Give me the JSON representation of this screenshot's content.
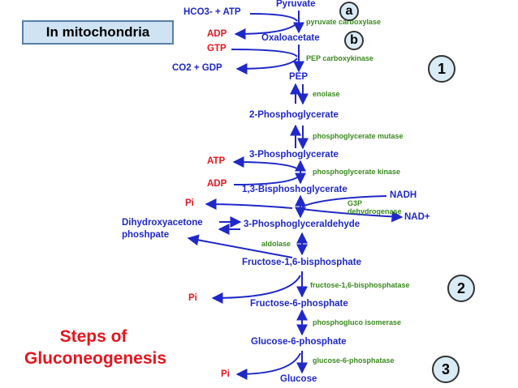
{
  "header_box": "In mitochondria",
  "title_lines": [
    "Steps of",
    "Gluconeogenesis"
  ],
  "metabolites": {
    "pyruvate": "Pyruvate",
    "oxaloacetate": "Oxaloacetate",
    "pep": "PEP",
    "pg2": "2-Phosphoglycerate",
    "pg3": "3-Phosphoglycerate",
    "bpg": "1,3-Bisphoshoglycerate",
    "dhap_line1": "Dihydroxyacetone",
    "dhap_line2": "phoshpate",
    "g3p": "3-Phosphoglyceraldehyde",
    "f16bp": "Fructose-1,6-bisphosphate",
    "f6p": "Fructose-6-phosphate",
    "g6p": "Glucose-6-phosphate",
    "glucose": "Glucose"
  },
  "cofactors": {
    "hco3_atp": "HCO3- + ATP",
    "adp1": "ADP",
    "gtp": "GTP",
    "co2_gdp": "CO2 + GDP",
    "atp": "ATP",
    "adp2": "ADP",
    "pi1": "Pi",
    "nadh": "NADH",
    "nad": "NAD+",
    "pi2": "Pi",
    "pi3": "Pi"
  },
  "enzymes": {
    "pyruvate_carboxylase": "pyruvate carboxylase",
    "pep_carboxykinase": "PEP carboxykinase",
    "enolase": "enolase",
    "pg_mutase": "phosphoglycerate mutase",
    "pg_kinase": "phosphoglycerate kinase",
    "g3p_dh_line1": "G3P",
    "g3p_dh_line2": "dehydrogenase",
    "aldolase": "aldolase",
    "fbpase": "fructose-1,6-bisphosphatase",
    "pgi": "phosphogluco isomerase",
    "g6pase": "glucose-6-phosphatase"
  },
  "markers": {
    "a": "a",
    "b": "b",
    "step1": "1",
    "step2": "2",
    "step3": "3"
  },
  "colors": {
    "arrow_blue": "#1f28c8",
    "cofactor_red": "#e8141c",
    "enzyme_green": "#3a8a1e",
    "box_fill": "#cfe3f3"
  }
}
